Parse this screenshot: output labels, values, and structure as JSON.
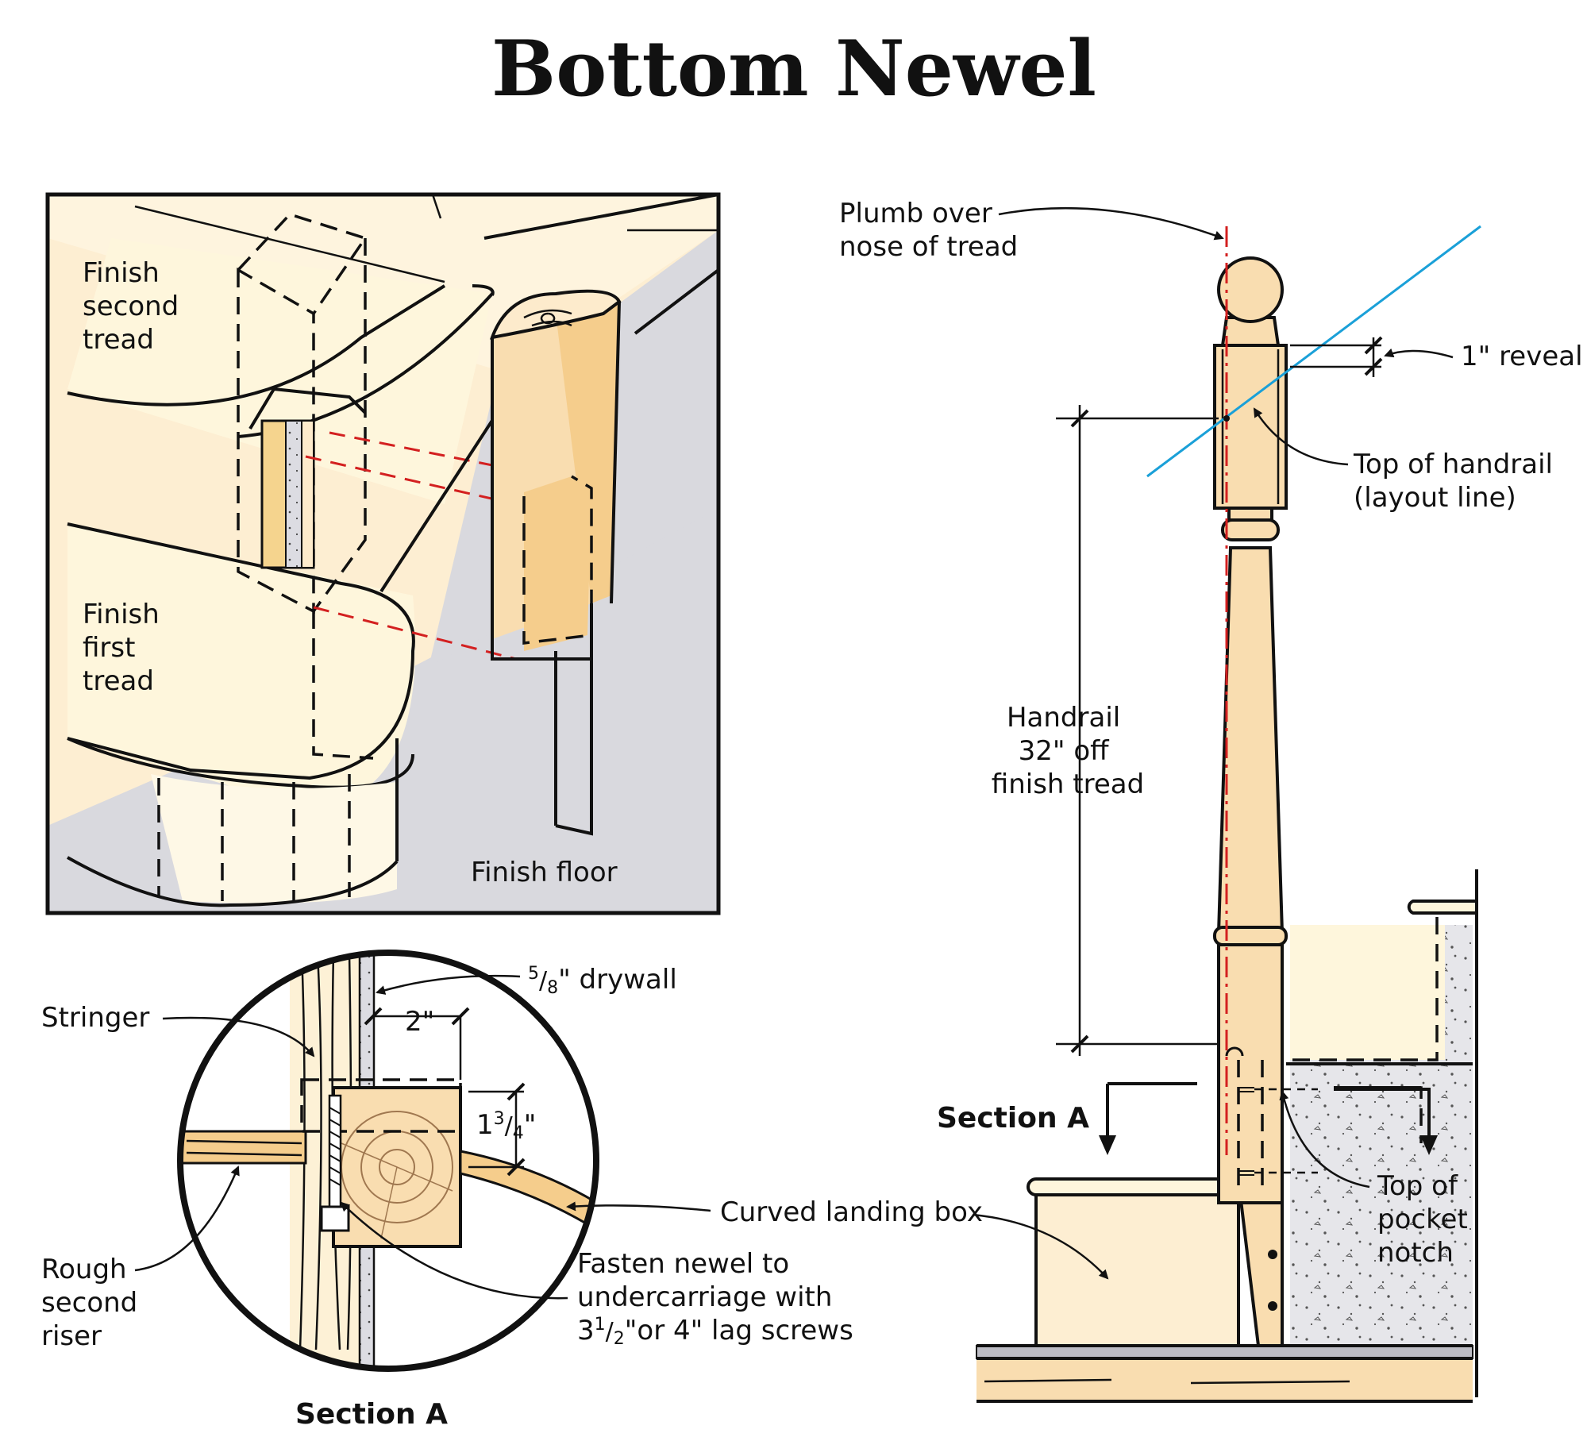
{
  "title": "Bottom Newel",
  "colors": {
    "wood": "#f9ddb0",
    "wood_light": "#fdebcc",
    "cream": "#fef6dc",
    "floor_gray": "#d9d9de",
    "concrete": "#e6e6ea",
    "handrail_line": "#1aa0d8",
    "plumb_line": "#d32020",
    "outline": "#111111"
  },
  "inset": {
    "labels": {
      "finish_second_tread": [
        "Finish",
        "second",
        "tread"
      ],
      "finish_first_tread": [
        "Finish",
        "first",
        "tread"
      ],
      "finish_floor": "Finish floor"
    }
  },
  "section_a": {
    "title": "Section A",
    "labels": {
      "drywall_fraction_num": "5",
      "drywall_fraction_den": "8",
      "drywall_text": "\" drywall",
      "stringer": "Stringer",
      "dim_2": "2\"",
      "dim_1_3_4_whole": "1",
      "dim_1_3_4_num": "3",
      "dim_1_3_4_den": "4",
      "dim_1_3_4_unit": "\"",
      "rough_second_riser": [
        "Rough",
        "second",
        "riser"
      ],
      "curved_landing_box": "Curved landing box",
      "fasten": [
        "Fasten newel to",
        "undercarriage with"
      ],
      "lag_whole": "3",
      "lag_num": "1",
      "lag_den": "2",
      "lag_rest": "\"or 4\" lag screws"
    }
  },
  "elevation": {
    "labels": {
      "plumb": [
        "Plumb over",
        "nose of tread"
      ],
      "reveal": "1\" reveal",
      "top_of_handrail": [
        "Top of handrail",
        "(layout line)"
      ],
      "handrail_height": [
        "Handrail",
        "32\" off",
        "finish tread"
      ],
      "section_a": "Section A",
      "top_of_pocket_notch": [
        "Top of",
        "pocket",
        "notch"
      ]
    }
  }
}
